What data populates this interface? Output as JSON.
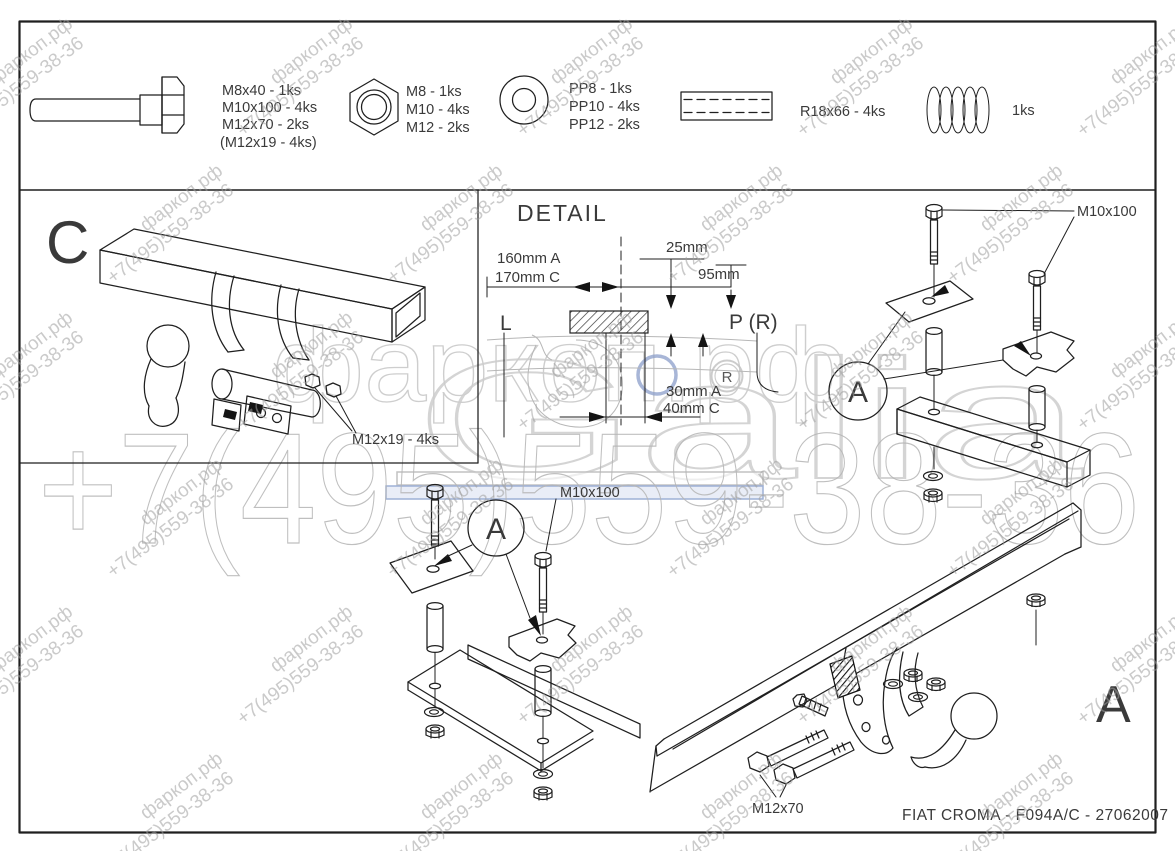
{
  "watermark": {
    "brand": "фаркоп.рф",
    "phone": "+7(495)559-38-36",
    "logo": "Galia",
    "registered": "R",
    "accent_blue": "#8b9dc9",
    "gray": "#c6c6c6"
  },
  "parts_strip": {
    "bolt_lines": [
      "M8x40 - 1ks",
      "M10x100 - 4ks",
      "M12x70 - 2ks",
      "(M12x19 - 4ks)"
    ],
    "nut_lines": [
      "M8 - 1ks",
      "M10 - 4ks",
      "M12 - 2ks"
    ],
    "washer_lines": [
      "PP8 - 1ks",
      "PP10 - 4ks",
      "PP12 - 2ks"
    ],
    "tube_label": "R18x66 - 4ks",
    "spring_label": "1ks"
  },
  "sections": {
    "c_label": "C",
    "a_label": "A",
    "detail_title": "DETAIL",
    "circle_a_bottom": "A",
    "circle_a_right": "A"
  },
  "detail": {
    "dim_160": "160mm A",
    "dim_170": "170mm C",
    "dim_25": "25mm",
    "dim_95": "95mm",
    "left_mark": "L",
    "right_mark": "P (R)",
    "dim_30": "30mm A",
    "dim_40": "40mm C",
    "center_bolt_label": "M10x100"
  },
  "callouts": {
    "c_assembly_bolts": "M12x19 - 4ks",
    "right_bolts": "M10x100",
    "bottom_bolts": "M12x70"
  },
  "footer": {
    "model_code": "FIAT CROMA - F094A/C - 27062007"
  }
}
